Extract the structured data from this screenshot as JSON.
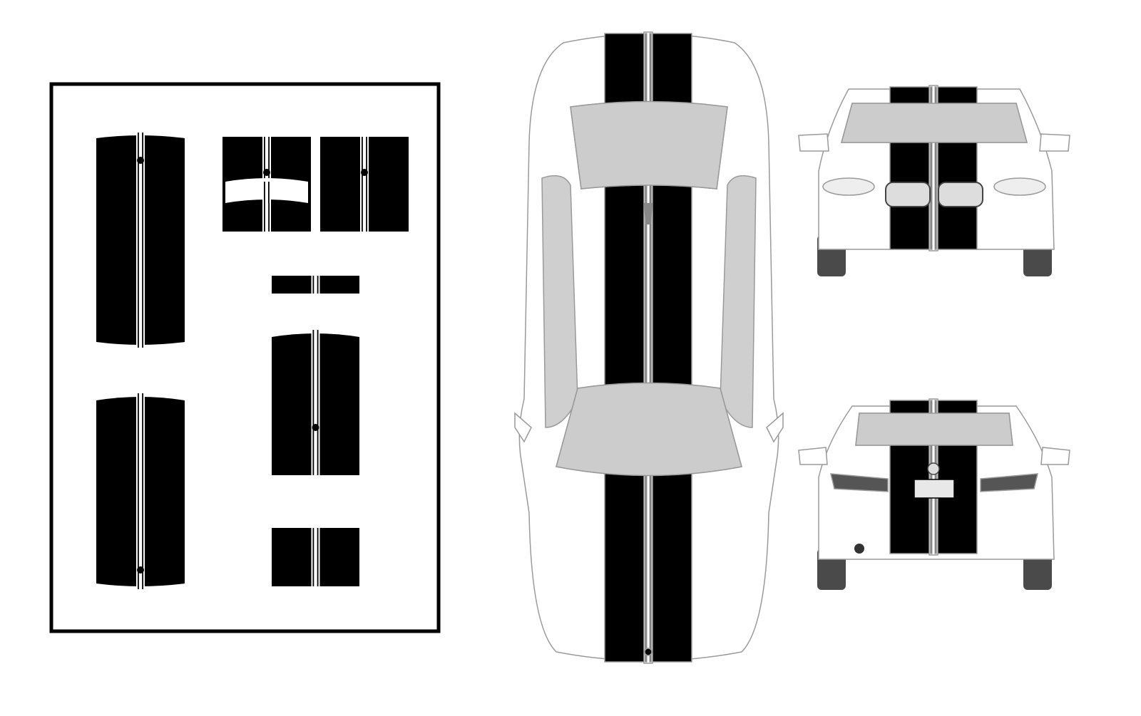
{
  "colors": {
    "stripe": "#000000",
    "glass": "#cccccc",
    "outline": "#9a9a9a",
    "tire": "#4a4a4a",
    "background": "#ffffff"
  },
  "icons": [
    "stripe-kit-layout",
    "car-top-view",
    "car-front-view",
    "car-rear-view"
  ]
}
